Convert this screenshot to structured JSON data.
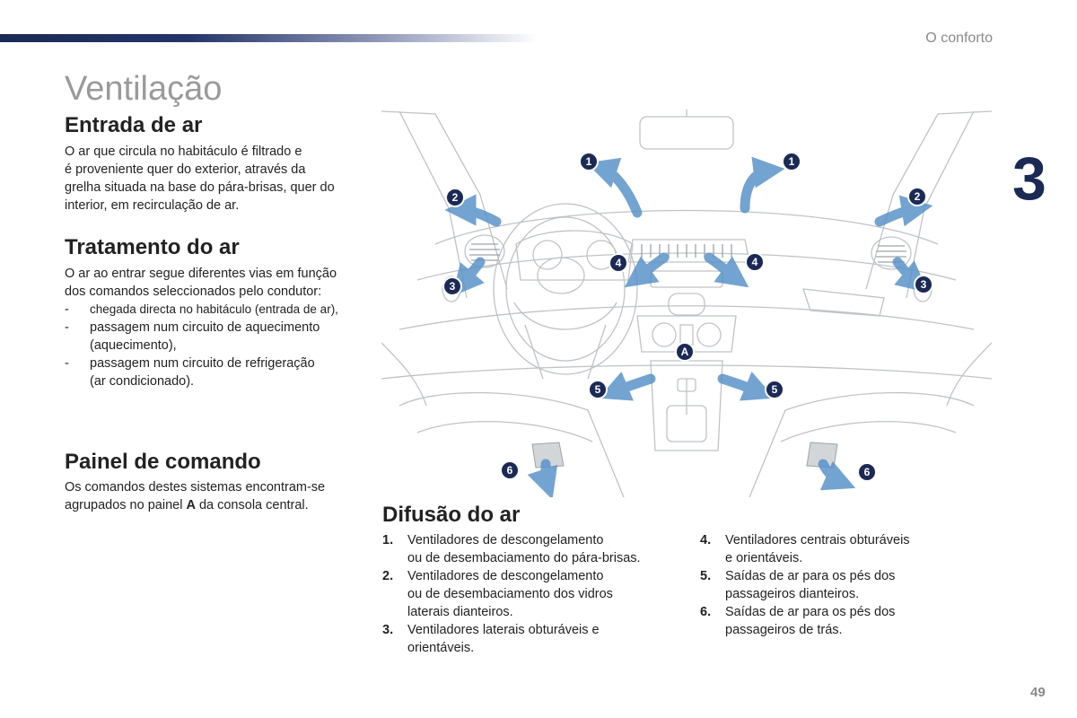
{
  "header": {
    "section": "O conforto",
    "chapter": "3",
    "page_number": "49"
  },
  "title": "Ventilação",
  "entrada": {
    "heading": "Entrada de ar",
    "lines": [
      "O ar que circula no habitáculo é filtrado e",
      "é proveniente quer do exterior, através da",
      "grelha situada na base do pára-brisas, quer do",
      "interior, em recirculação de ar."
    ]
  },
  "tratamento": {
    "heading": "Tratamento do ar",
    "lines": [
      "O ar ao entrar segue diferentes vias em função",
      "dos comandos seleccionados pelo condutor:"
    ],
    "bullets": [
      {
        "dash": "-",
        "lines": [
          "chegada directa no habitáculo (entrada de ar),"
        ]
      },
      {
        "dash": "-",
        "lines": [
          "passagem num circuito de aquecimento",
          "(aquecimento),"
        ]
      },
      {
        "dash": "-",
        "lines": [
          "passagem num circuito de refrigeração",
          "(ar condicionado)."
        ]
      }
    ]
  },
  "painel": {
    "heading": "Painel de comando",
    "line1": "Os comandos destes sistemas encontram-se",
    "line2_pre": "agrupados no painel ",
    "line2_bold": "A",
    "line2_post": " da consola central."
  },
  "diagram": {
    "callouts": [
      "1",
      "2",
      "3",
      "4",
      "5",
      "6"
    ],
    "panel_label": "A",
    "accent_color": "#1b2a55",
    "arrow_color": "#5b93c9"
  },
  "difusao": {
    "heading": "Difusão do ar",
    "left": [
      {
        "num": "1.",
        "lines": [
          "Ventiladores de descongelamento",
          "ou de desembaciamento do pára-brisas."
        ]
      },
      {
        "num": "2.",
        "lines": [
          "Ventiladores de descongelamento",
          "ou de desembaciamento dos vidros",
          "laterais dianteiros."
        ]
      },
      {
        "num": "3.",
        "lines": [
          "Ventiladores laterais obturáveis e",
          "orientáveis."
        ]
      }
    ],
    "right": [
      {
        "num": "4.",
        "lines": [
          "Ventiladores centrais obturáveis",
          "e orientáveis."
        ]
      },
      {
        "num": "5.",
        "lines": [
          "Saídas de ar para os pés dos",
          "passageiros dianteiros."
        ]
      },
      {
        "num": "6.",
        "lines": [
          "Saídas de ar para os pés dos",
          "passageiros de trás."
        ]
      }
    ]
  }
}
